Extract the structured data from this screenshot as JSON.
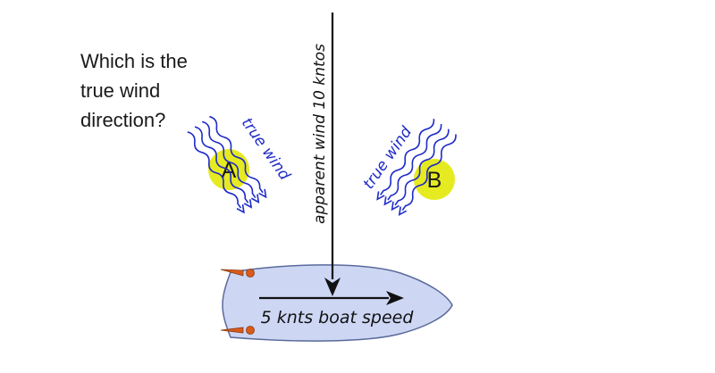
{
  "question": {
    "lines": [
      "Which is the",
      "true wind",
      "direction?"
    ]
  },
  "labels": {
    "apparent_wind": "apparent wind 10 kntos",
    "boat_speed": "5 knts boat speed",
    "true_wind_a": "true wind",
    "true_wind_b": "true wind"
  },
  "options": {
    "a": "A",
    "b": "B"
  },
  "colors": {
    "hull_fill": "#cdd6f3",
    "hull_stroke": "#5a6a9c",
    "marker_fill": "#e6ea20",
    "wind_lines": "#1f2bc8",
    "arrows": "#111111",
    "telltale": "#d95a1a"
  }
}
